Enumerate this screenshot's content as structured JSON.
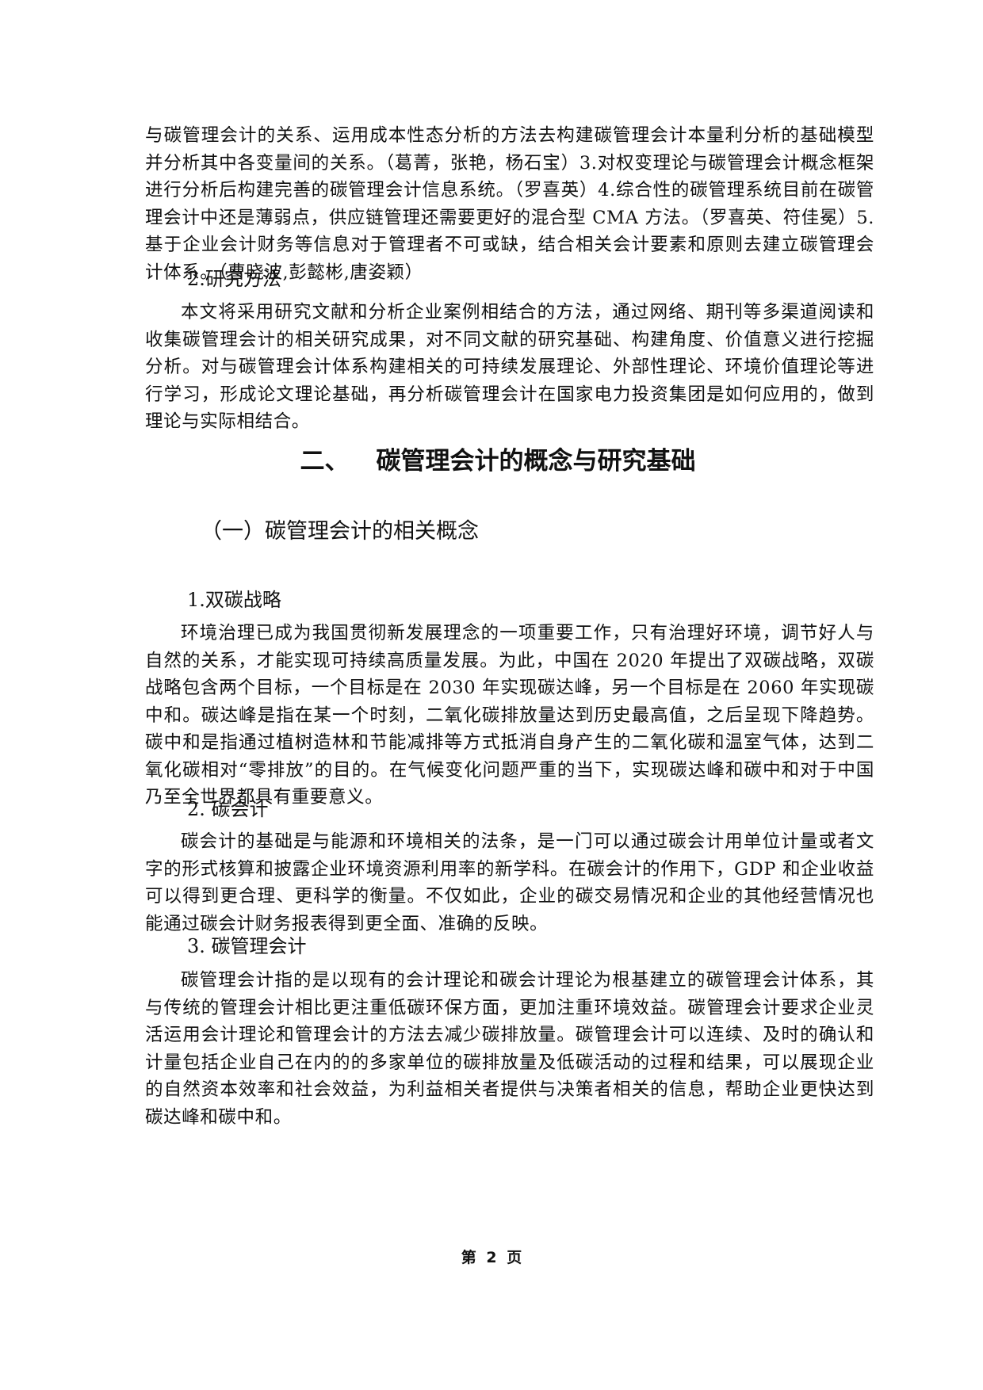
{
  "paragraphs": {
    "p1": "与碳管理会计的关系、运用成本性态分析的方法去构建碳管理会计本量利分析的基础模型并分析其中各变量间的关系。（葛菁，张艳，杨石宝）3.对权变理论与碳管理会计概念框架进行分析后构建完善的碳管理会计信息系统。（罗喜英）4.综合性的碳管理系统目前在碳管理会计中还是薄弱点，供应链管理还需要更好的混合型 CMA 方法。（罗喜英、符佳冕）5.基于企业会计财务等信息对于管理者不可或缺，结合相关会计要素和原则去建立碳管理会计体系。（曹晓波,彭懿彬,唐姿颖）",
    "p2": "本文将采用研究文献和分析企业案例相结合的方法，通过网络、期刊等多渠道阅读和收集碳管理会计的相关研究成果，对不同文献的研究基础、构建角度、价值意义进行挖掘分析。对与碳管理会计体系构建相关的可持续发展理论、外部性理论、环境价值理论等进行学习，形成论文理论基础，再分析碳管理会计在国家电力投资集团是如何应用的，做到理论与实际相结合。",
    "p3": "环境治理已成为我国贯彻新发展理念的一项重要工作，只有治理好环境，调节好人与自然的关系，才能实现可持续高质量发展。为此，中国在 2020 年提出了双碳战略，双碳战略包含两个目标，一个目标是在 2030 年实现碳达峰，另一个目标是在 2060 年实现碳中和。碳达峰是指在某一个时刻，二氧化碳排放量达到历史最高值，之后呈现下降趋势。碳中和是指通过植树造林和节能减排等方式抵消自身产生的二氧化碳和温室气体，达到二氧化碳相对“零排放”的目的。在气候变化问题严重的当下，实现碳达峰和碳中和对于中国乃至全世界都具有重要意义。",
    "p4": "碳会计的基础是与能源和环境相关的法条，是一门可以通过碳会计用单位计量或者文字的形式核算和披露企业环境资源利用率的新学科。在碳会计的作用下，GDP 和企业收益可以得到更合理、更科学的衡量。不仅如此，企业的碳交易情况和企业的其他经营情况也能通过碳会计财务报表得到更全面、准确的反映。",
    "p5": "碳管理会计指的是以现有的会计理论和碳会计理论为根基建立的碳管理会计体系，其与传统的管理会计相比更注重低碳环保方面，更加注重环境效益。碳管理会计要求企业灵活运用会计理论和管理会计的方法去减少碳排放量。碳管理会计可以连续、及时的确认和计量包括企业自己在内的的多家单位的碳排放量及低碳活动的过程和结果，可以展现企业的自然资本效率和社会效益，为利益相关者提供与决策者相关的信息，帮助企业更快达到碳达峰和碳中和。"
  },
  "headings": {
    "research_method": "2.研究方法",
    "chapter_number": "二、",
    "chapter_title": "碳管理会计的概念与研究基础",
    "section_title": "（一）碳管理会计的相关概念",
    "dual_carbon": "1.双碳战略",
    "carbon_accounting": "2. 碳会计",
    "carbon_mgmt_accounting": "3. 碳管理会计"
  },
  "footer": {
    "page_label": "第 2 页"
  }
}
